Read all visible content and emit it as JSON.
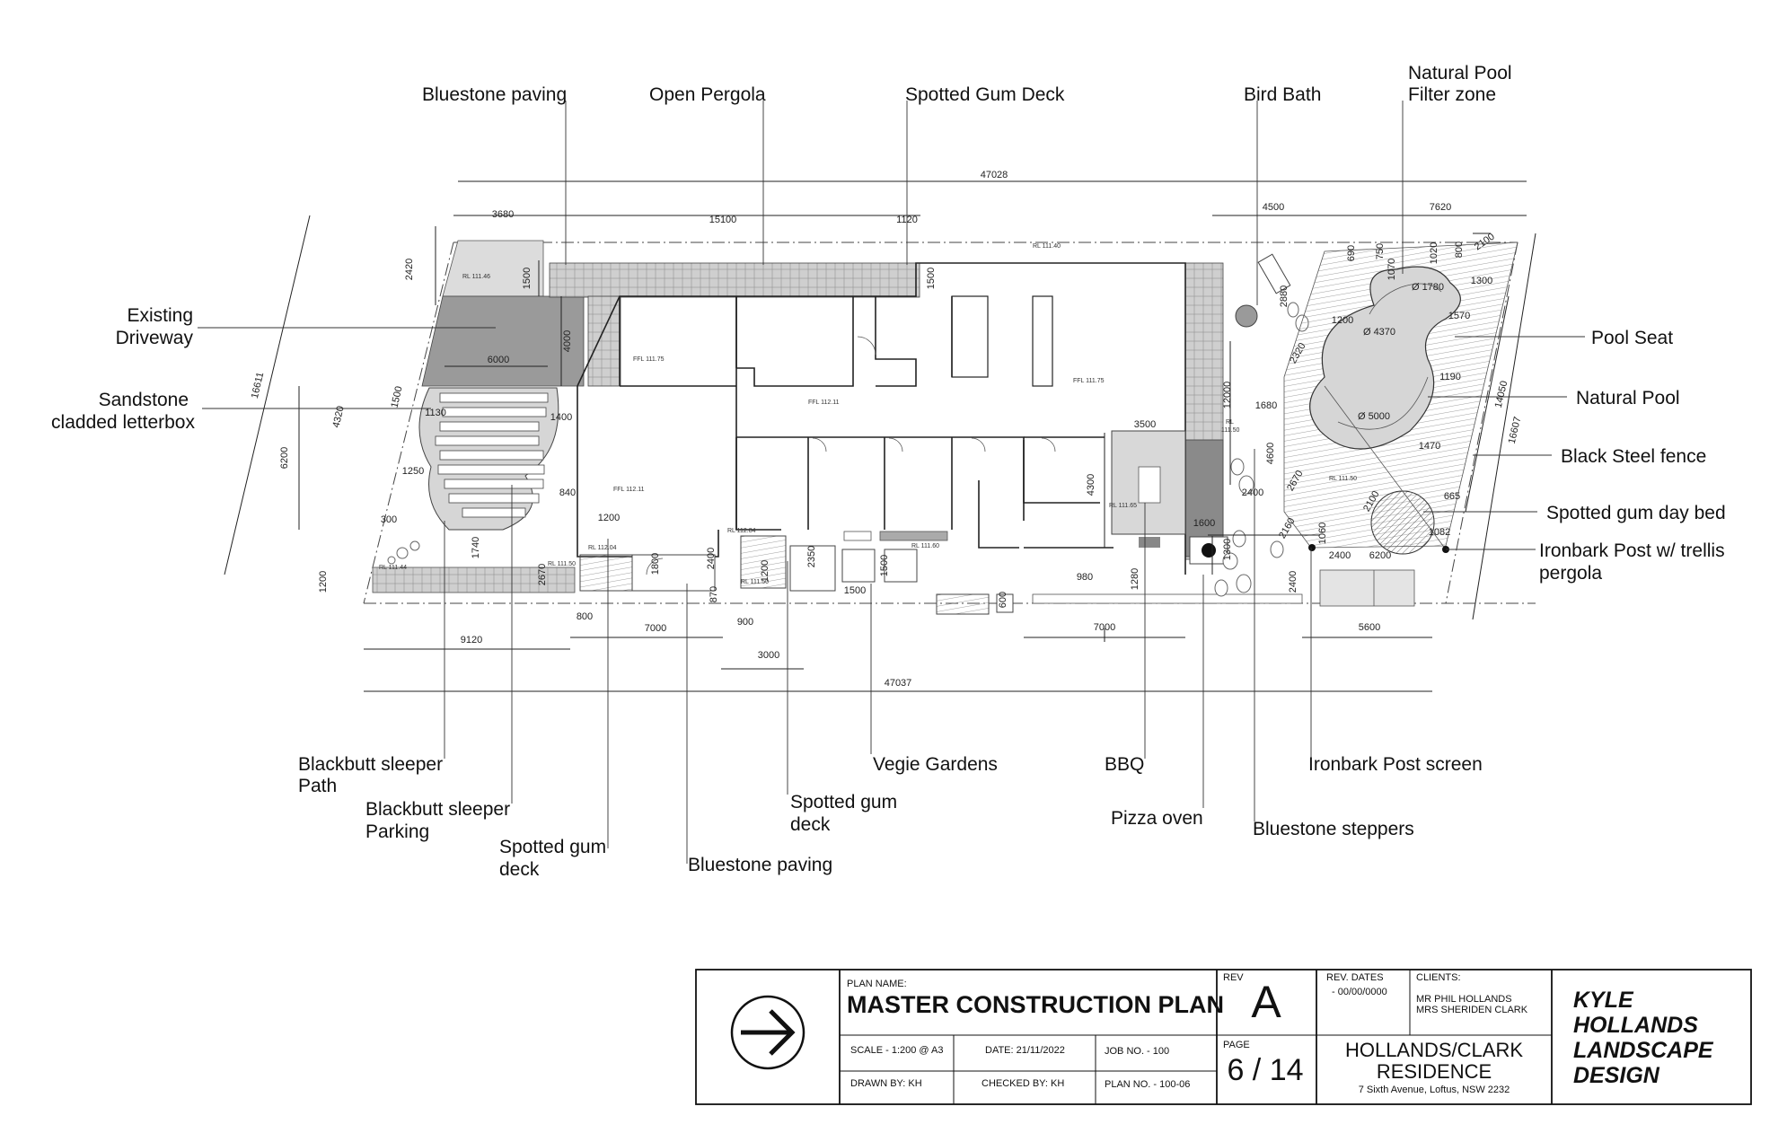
{
  "labels": {
    "bluestone_paving_top": "Bluestone paving",
    "open_pergola": "Open Pergola",
    "spotted_gum_deck_top": "Spotted Gum Deck",
    "bird_bath": "Bird Bath",
    "natural_pool_filter_1": "Natural Pool",
    "natural_pool_filter_2": "Filter zone",
    "existing_driveway_1": "Existing",
    "existing_driveway_2": "Driveway",
    "letterbox_1": "Sandstone",
    "letterbox_2": "cladded letterbox",
    "pool_seat": "Pool Seat",
    "natural_pool": "Natural Pool",
    "black_steel_fence": "Black Steel fence",
    "day_bed": "Spotted gum day bed",
    "ironbark_trellis_1": "Ironbark Post w/ trellis",
    "ironbark_trellis_2": "pergola",
    "sleeper_path_1": "Blackbutt sleeper",
    "sleeper_path_2": "Path",
    "sleeper_parking_1": "Blackbutt sleeper",
    "sleeper_parking_2": "Parking",
    "spotted_gum_deck_low_1": "Spotted gum",
    "spotted_gum_deck_low_2": "deck",
    "bluestone_paving_low": "Bluestone paving",
    "spotted_gum_deck_mid_1": "Spotted gum",
    "spotted_gum_deck_mid_2": "deck",
    "vegie_gardens": "Vegie Gardens",
    "bbq": "BBQ",
    "pizza_oven": "Pizza oven",
    "bluestone_steppers": "Bluestone steppers",
    "ironbark_screen": "Ironbark Post screen"
  },
  "dims": {
    "d47028": "47028",
    "d3680": "3680",
    "d15100": "15100",
    "d1120": "1120",
    "d4500": "4500",
    "d7620": "7620",
    "d2420": "2420",
    "d1500a": "1500",
    "d1500b": "1500",
    "d4000": "4000",
    "d6000": "6000",
    "d16611": "16611",
    "d6200": "6200",
    "d4320": "4320",
    "d1500c": "1500",
    "d1130": "1130",
    "d1400": "1400",
    "d1250": "1250",
    "d840": "840",
    "d300": "300",
    "d1740": "1740",
    "d1200a": "1200",
    "d2670a": "2670",
    "d1200b": "1200",
    "d1800": "1800",
    "d2400a": "2400",
    "d870": "870",
    "d1200c": "1200",
    "d2350": "2350",
    "d1500d": "1500",
    "d1500e": "1500",
    "d800": "800",
    "d7000a": "7000",
    "d900": "900",
    "d3000": "3000",
    "d9120": "9120",
    "d47037": "47037",
    "d3500": "3500",
    "d12000": "12000",
    "d4300": "4300",
    "d1600": "1600",
    "d1300a": "1300",
    "d980": "980",
    "d1280": "1280",
    "d600": "600",
    "d7000b": "7000",
    "d2400b": "2400",
    "d4600": "4600",
    "d2880": "2880",
    "d2320": "2320",
    "d1200d": "1200",
    "d1680": "1680",
    "d690": "690",
    "d750": "750",
    "d1070": "1070",
    "d1020": "1020",
    "d800b": "800",
    "d2100a": "2100",
    "d1300b": "1300",
    "d1780": "Ø 1780",
    "d4370": "Ø 4370",
    "d1570": "1570",
    "d1190": "1190",
    "d14050": "14050",
    "d16607": "16607",
    "d5000": "Ø 5000",
    "d1470": "1470",
    "d665": "665",
    "d2670b": "2670",
    "d2100b": "2100",
    "d1082": "1082",
    "d2160": "2160",
    "d1060": "1060",
    "d2400c": "2400",
    "d6200b": "6200",
    "d2400d": "2400",
    "d5600": "5600"
  },
  "levels": {
    "rl11146": "RL 111.46",
    "rl11140": "RL 111.40",
    "ffl11175a": "FFL 111.75",
    "ffl11211a": "FFL 112.11",
    "ffl11175b": "FFL 111.75",
    "ffl11211b": "FFL 112.11",
    "rl11144": "RL 111.44",
    "rl11150a": "RL 111.50",
    "rl11204": "RL 112.04",
    "rl11284": "RL 112.84",
    "rl11150b": "RL 111.50",
    "rl11160": "RL 111.60",
    "rl11165": "RL 111.65",
    "rl11150c_1": "RL",
    "rl11150c_2": "111.50",
    "rl11150d": "RL 111.50"
  },
  "title_block": {
    "plan_name_label": "PLAN NAME:",
    "plan_name": "MASTER CONSTRUCTION PLAN",
    "scale": "SCALE - 1:200 @ A3",
    "date": "DATE: 21/11/2022",
    "job_no": "JOB NO. - 100",
    "drawn_by": "DRAWN BY: KH",
    "checked_by": "CHECKED BY: KH",
    "plan_no": "PLAN NO. - 100-06",
    "rev_label": "REV",
    "rev": "A",
    "page_label": "PAGE",
    "page": "6 / 14",
    "rev_dates_label": "REV. DATES",
    "rev_dates": "- 00/00/0000",
    "clients_label": "CLIENTS:",
    "client_1": "MR PHIL HOLLANDS",
    "client_2": "MRS SHERIDEN CLARK",
    "residence_1": "HOLLANDS/CLARK",
    "residence_2": "RESIDENCE",
    "address": "7 Sixth Avenue, Loftus, NSW 2232",
    "brand_1": "KYLE",
    "brand_2": "HOLLANDS",
    "brand_3": "LANDSCAPE",
    "brand_4": "DESIGN"
  }
}
